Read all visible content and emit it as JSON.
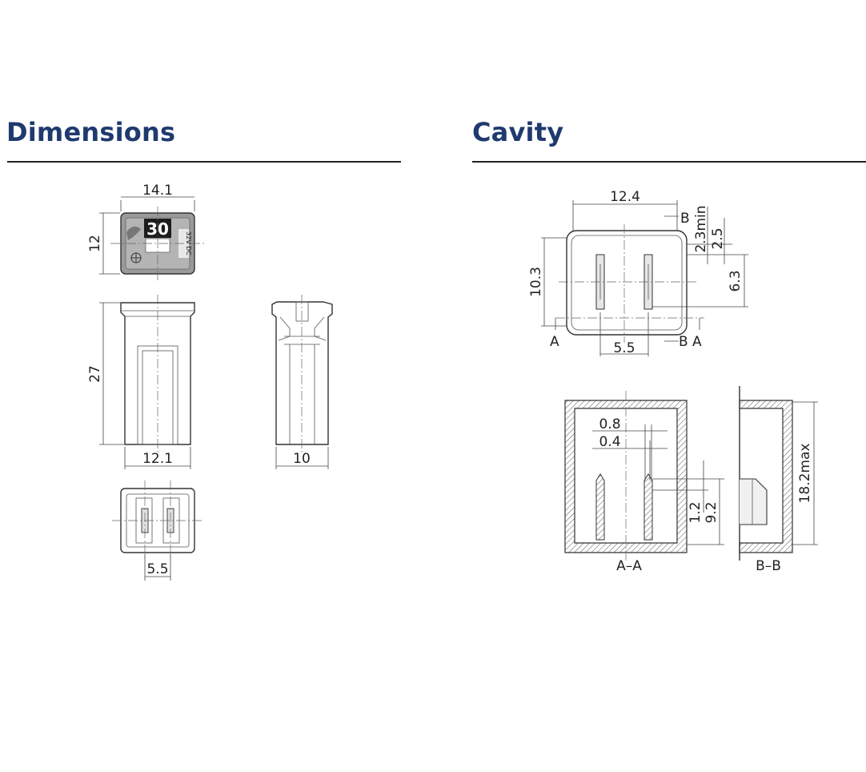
{
  "sections": {
    "dimensions_title": "Dimensions",
    "cavity_title": "Cavity"
  },
  "dimensions": {
    "width_top": "14.1",
    "height_top": "12",
    "length_side": "27",
    "base_width": "12.1",
    "side_width": "10",
    "terminal_spacing": "5.5",
    "fuse_rating": "30",
    "voltage_marking": "32V DC"
  },
  "cavity": {
    "width": "12.4",
    "height": "10.3",
    "section_b": "B",
    "section_a": "A",
    "gap_min": "2.3min",
    "gap": "2.5",
    "slot_height": "6.3",
    "terminal_spacing": "5.5",
    "blade_width": "0.8",
    "blade_thickness": "0.4",
    "tip_offset": "1.2",
    "blade_depth": "9.2",
    "depth_max": "18.2max",
    "section_aa": "A–A",
    "section_bb": "B–B"
  },
  "colors": {
    "heading": "#1f3a6e",
    "fuse_body": "#9a9a9a"
  }
}
